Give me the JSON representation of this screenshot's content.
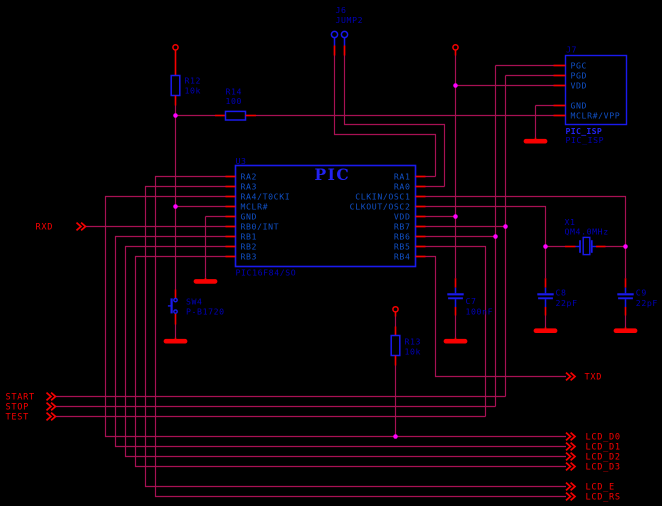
{
  "schematic": {
    "description": "PIC16F84 microcontroller schematic with ICSP header, crystal, push-button and LCD/serial ports"
  },
  "colors": {
    "background": "#000000",
    "wire": "#A81154",
    "pin": "#F80000",
    "component": "#1A1AEE",
    "label": "#0000B8",
    "pin_name": "#1150C5",
    "title_blue": "#2222F2",
    "junction": "#FF00FF",
    "port_label": "#F80000"
  },
  "components": {
    "u3": {
      "ref": "U3",
      "title": "PIC",
      "value": "PIC16F84/SO",
      "left_pins": [
        "RA2",
        "RA3",
        "RA4/T0CKI",
        "MCLR#",
        "GND",
        "RB0/INT",
        "RB1",
        "RB2",
        "RB3"
      ],
      "right_pins": [
        "RA1",
        "RA0",
        "CLKIN/OSC1",
        "CLKOUT/OSC2",
        "VDD",
        "RB7",
        "RB6",
        "RB5",
        "RB4"
      ]
    },
    "j7": {
      "ref": "J7",
      "name": "PIC_ISP",
      "value": "PIC_ISP",
      "pins": [
        "PGC",
        "PGD",
        "VDD",
        "GND",
        "MCLR#/VPP"
      ]
    },
    "j6": {
      "ref": "J6",
      "value": "JUMP2"
    },
    "r12": {
      "ref": "R12",
      "value": "10k"
    },
    "r13": {
      "ref": "R13",
      "value": "10k"
    },
    "r14": {
      "ref": "R14",
      "value": "100"
    },
    "c7": {
      "ref": "C7",
      "value": "100nF"
    },
    "c8": {
      "ref": "C8",
      "value": "22pF"
    },
    "c9": {
      "ref": "C9",
      "value": "22pF"
    },
    "x1": {
      "ref": "X1",
      "value": "QM4.0MHz"
    },
    "sw4": {
      "ref": "SW4",
      "value": "P-B1720"
    }
  },
  "ports": {
    "rxd": "RXD",
    "txd": "TXD",
    "start": "START",
    "stop": "STOP",
    "test": "TEST",
    "lcd": [
      "LCD_D0",
      "LCD_D1",
      "LCD_D2",
      "LCD_D3",
      "LCD_E",
      "LCD_RS"
    ]
  }
}
